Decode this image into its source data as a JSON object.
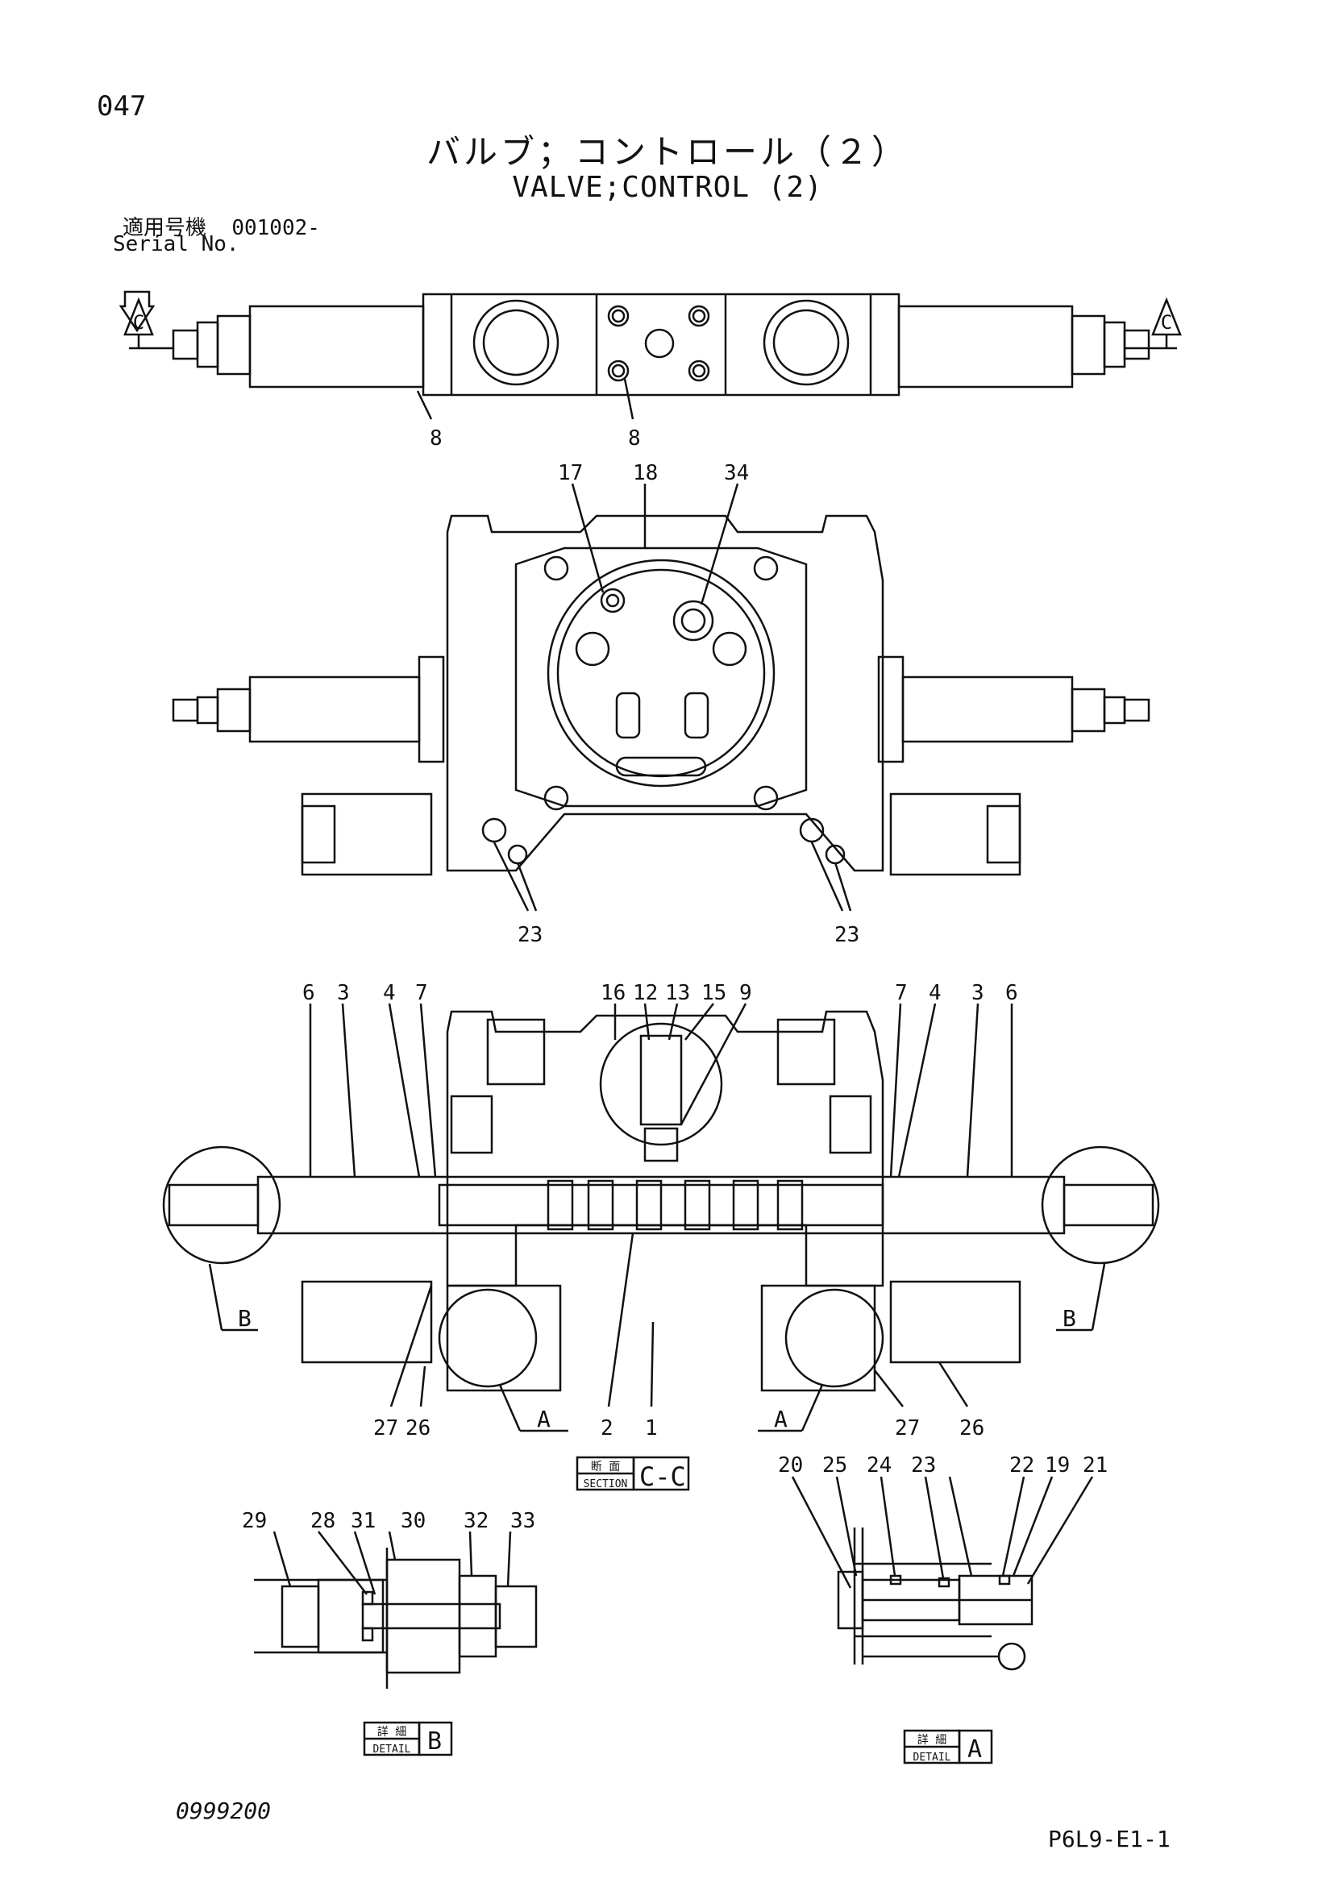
{
  "header": {
    "page_number": "047",
    "title_jp": "バルブ；コントロール（２）",
    "title_en": "VALVE;CONTROL (2)",
    "serial_label_jp": "適用号機",
    "serial_value": "001002-",
    "serial_label_en": "Serial No."
  },
  "callouts": {
    "top_view": [
      "8",
      "8"
    ],
    "section_mark": "C",
    "front_view": [
      "17",
      "18",
      "34",
      "23",
      "23"
    ],
    "section_view_top": [
      "6",
      "3",
      "4",
      "7",
      "16",
      "12",
      "13",
      "15",
      "9",
      "7",
      "4",
      "3",
      "6"
    ],
    "section_view_bottom": [
      "27",
      "26",
      "2",
      "1",
      "27",
      "26"
    ],
    "detail_refs": [
      "B",
      "B",
      "A",
      "A"
    ],
    "detail_b": [
      "29",
      "28",
      "31",
      "30",
      "32",
      "33"
    ],
    "detail_a": [
      "20",
      "25",
      "24",
      "23",
      "22",
      "19",
      "21"
    ]
  },
  "labels": {
    "section_jp": "断 面",
    "section_en": "SECTION",
    "section_id": "C-C",
    "detail_jp": "詳 細",
    "detail_en": "DETAIL",
    "detail_b_id": "B",
    "detail_a_id": "A"
  },
  "footer": {
    "doc_number": "0999200",
    "page_ref": "P6L9-E1-1"
  }
}
